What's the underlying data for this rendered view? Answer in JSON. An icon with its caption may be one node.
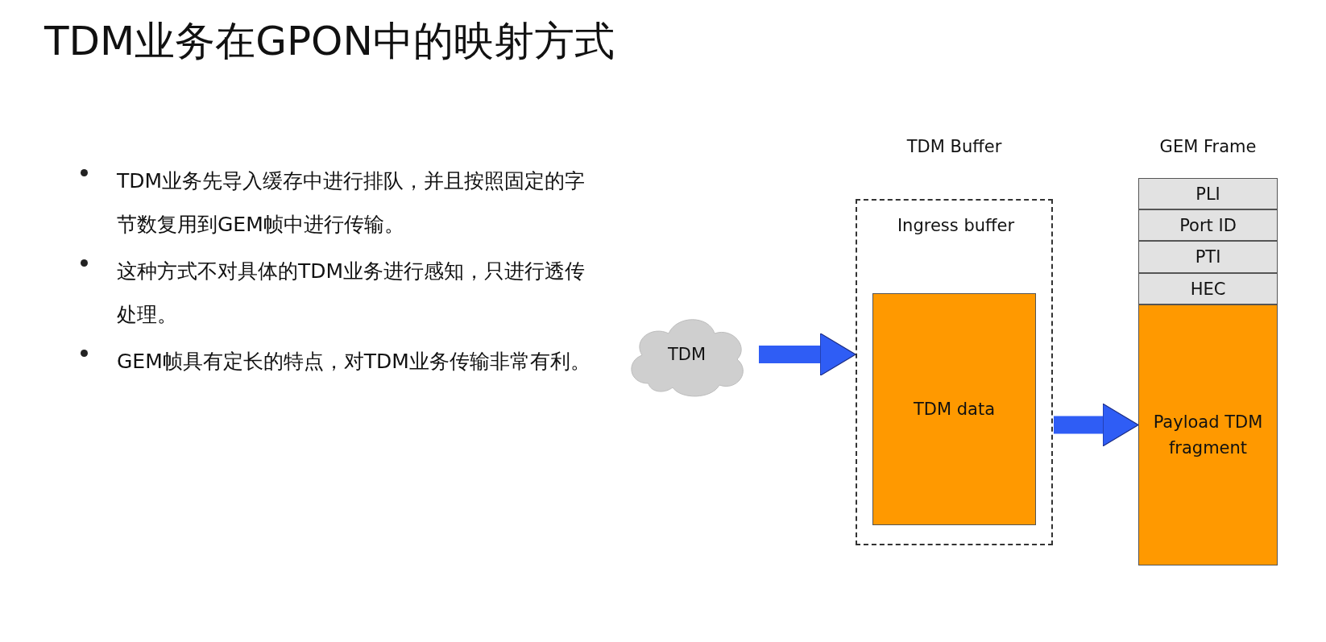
{
  "diagram": {
    "title": "TDM业务在GPON中的映射方式",
    "nodes": [
      {
        "text": [
          "TDM"
        ]
      },
      {
        "text": [
          "TDM Buffer",
          "Ingress buffer"
        ]
      },
      {
        "text": [
          "TDM data"
        ],
        "in": 1
      },
      {
        "text": [
          "GEM Frame"
        ]
      },
      {
        "text": [
          "PLI"
        ],
        "in": 3
      },
      {
        "text": [
          "Port ID"
        ],
        "in": 3
      },
      {
        "text": [
          "PTI"
        ],
        "in": 3
      },
      {
        "text": [
          "HEC"
        ],
        "in": 3
      },
      {
        "text": [
          "Payload TDM fragment"
        ],
        "in": 3
      }
    ],
    "edges": [
      {
        "from": 0,
        "to": 1,
        "arrow": "to"
      },
      {
        "from": 1,
        "to": 8,
        "arrow": "to"
      }
    ],
    "labels": [
      "TDM业务先导入缓存中进行排队，并且按照固定的字节数复用到GEM帧中进行传输。",
      "这种方式不对具体的TDM业务进行感知，只进行透传处理。",
      "GEM帧具有定长的特点，对TDM业务传输非常有利。"
    ]
  }
}
